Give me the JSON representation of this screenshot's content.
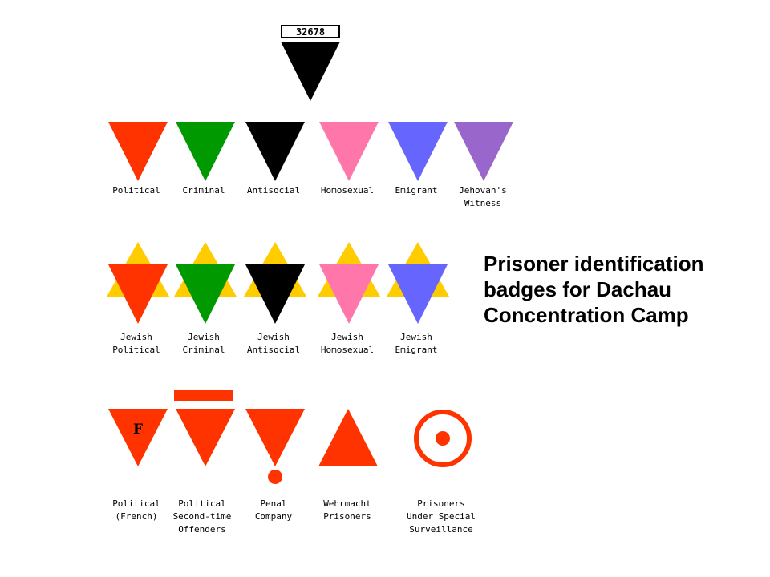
{
  "caption": "Prisoner identification badges for Dachau Concentration Camp",
  "colors": {
    "political": "#ff3300",
    "criminal": "#009900",
    "antisocial": "#000000",
    "homosexual": "#ff77aa",
    "emigrant": "#6666ff",
    "jehovahs_witness": "#9966cc",
    "jewish_star": "#ffcc00",
    "background": "#ffffff"
  },
  "top_badge": {
    "number": "32678"
  },
  "row1": [
    {
      "label": "Political",
      "color": "#ff3300"
    },
    {
      "label": "Criminal",
      "color": "#009900"
    },
    {
      "label": "Antisocial",
      "color": "#000000"
    },
    {
      "label": "Homosexual",
      "color": "#ff77aa"
    },
    {
      "label": "Emigrant",
      "color": "#6666ff"
    },
    {
      "label_line1": "Jehovah's",
      "label_line2": "Witness",
      "color": "#9966cc"
    }
  ],
  "row2": [
    {
      "label_line1": "Jewish",
      "label_line2": "Political",
      "color": "#ff3300"
    },
    {
      "label_line1": "Jewish",
      "label_line2": "Criminal",
      "color": "#009900"
    },
    {
      "label_line1": "Jewish",
      "label_line2": "Antisocial",
      "color": "#000000"
    },
    {
      "label_line1": "Jewish",
      "label_line2": "Homosexual",
      "color": "#ff77aa"
    },
    {
      "label_line1": "Jewish",
      "label_line2": "Emigrant",
      "color": "#6666ff"
    }
  ],
  "row3": [
    {
      "label_line1": "Political",
      "label_line2": "(French)",
      "letter": "F"
    },
    {
      "label_line1": "Political",
      "label_line2": "Second-time",
      "label_line3": "Offenders"
    },
    {
      "label_line1": "Penal",
      "label_line2": "Company"
    },
    {
      "label_line1": "Wehrmacht",
      "label_line2": "Prisoners"
    },
    {
      "label_line1": "Prisoners",
      "label_line2": "Under Special",
      "label_line3": "Surveillance"
    }
  ]
}
